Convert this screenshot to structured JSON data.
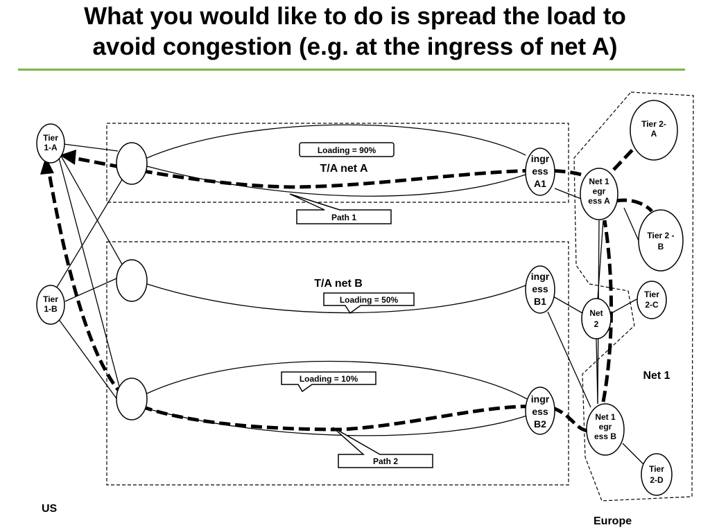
{
  "slide": {
    "title_line1": "What you would like to do is spread the load to",
    "title_line2": "avoid congestion (e.g. at the ingress of net A)",
    "accent_color": "#7ab648",
    "region_us": "US",
    "region_europe": "Europe"
  },
  "nodes": {
    "tier1a": [
      "Tier",
      "1-A"
    ],
    "tier1b": [
      "Tier",
      "1-B"
    ],
    "ingressA1": [
      "ingr",
      "ess",
      "A1"
    ],
    "ingressB1": [
      "ingr",
      "ess",
      "B1"
    ],
    "ingressB2": [
      "ingr",
      "ess",
      "B2"
    ],
    "net1egressA": [
      "Net 1",
      "egr",
      "ess A"
    ],
    "net1egressB": [
      "Net 1",
      "egr",
      "ess B"
    ],
    "net2": [
      "Net",
      "2"
    ],
    "tier2a": [
      "Tier 2-",
      "A"
    ],
    "tier2b": [
      "Tier 2 -",
      "B"
    ],
    "tier2c": [
      "Tier",
      "2-C"
    ],
    "tier2d": [
      "Tier",
      "2-D"
    ]
  },
  "networks": {
    "ta_net_a": "T/A net A",
    "ta_net_b": "T/A net B",
    "net1": "Net 1"
  },
  "callouts": {
    "loading_a": "Loading = 90%",
    "loading_b": "Loading = 50%",
    "loading_c": "Loading = 10%",
    "path1": "Path 1",
    "path2": "Path 2"
  }
}
